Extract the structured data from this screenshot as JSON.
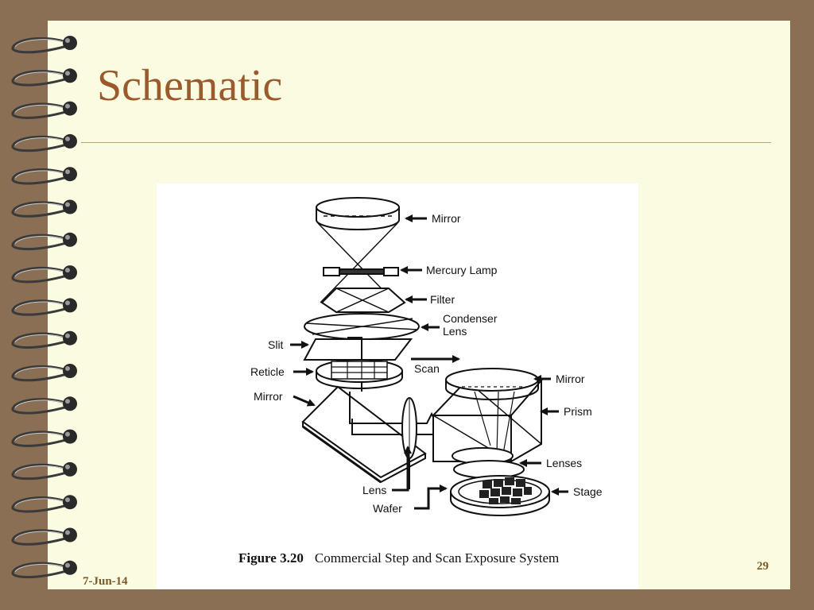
{
  "slide": {
    "title": "Schematic",
    "date": "7-Jun-14",
    "page_number": "29"
  },
  "figure": {
    "caption_number": "Figure 3.20",
    "caption_text": "Commercial Step and Scan Exposure System",
    "labels": {
      "mirror_top": "Mirror",
      "mercury_lamp": "Mercury Lamp",
      "filter": "Filter",
      "condenser_1": "Condenser",
      "condenser_2": "Lens",
      "slit": "Slit",
      "reticle": "Reticle",
      "mirror_left": "Mirror",
      "scan": "Scan",
      "mirror_right": "Mirror",
      "prism": "Prism",
      "lenses": "Lenses",
      "stage": "Stage",
      "lens": "Lens",
      "wafer": "Wafer"
    }
  },
  "colors": {
    "frame": "#8b6f55",
    "paper": "#fbfbe1",
    "title": "#9a5a2b",
    "rule": "#e08f74",
    "footer": "#7a5a2a"
  }
}
